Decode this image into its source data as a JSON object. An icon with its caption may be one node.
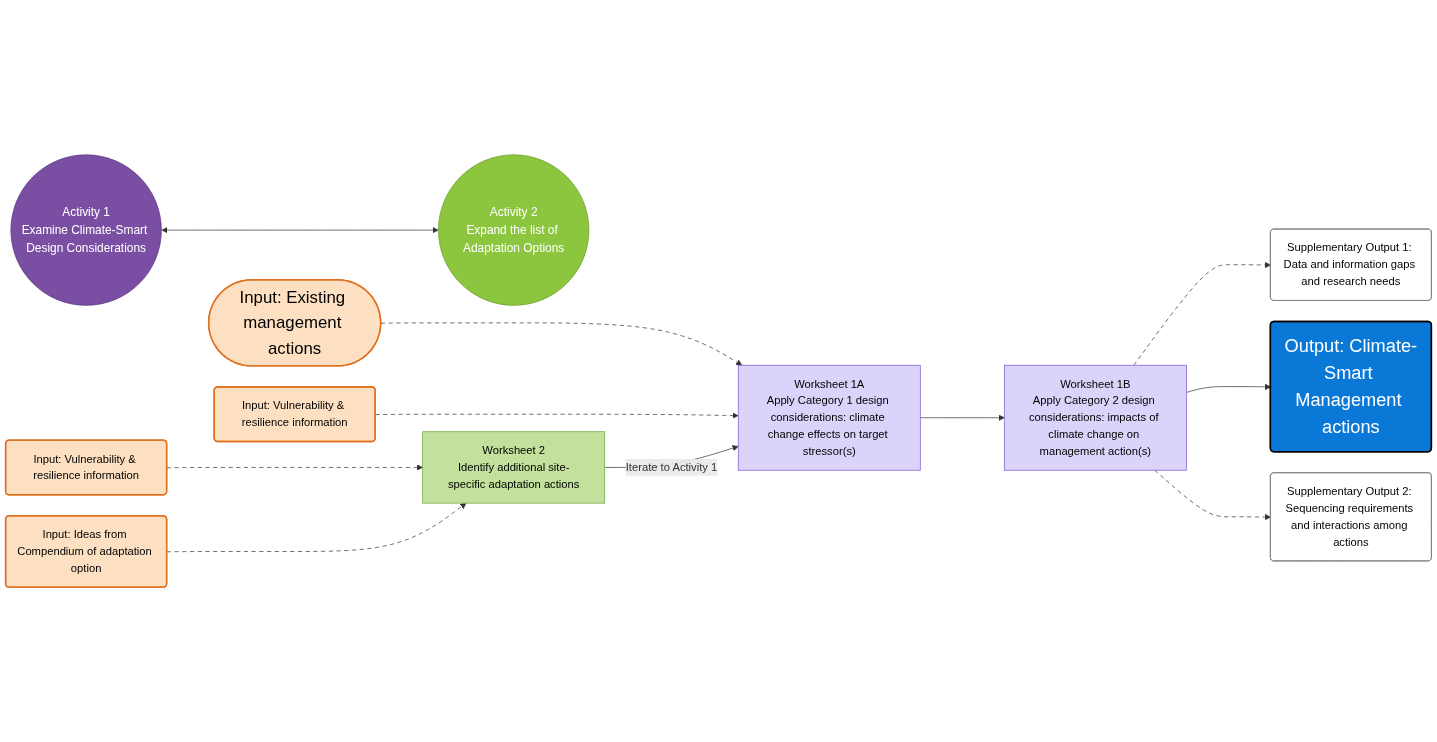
{
  "diagram": {
    "nodes": [
      {
        "text": [
          "Activity 1",
          "Examine Climate-Smart Design Considerations"
        ]
      },
      {
        "text": [
          "Activity 2",
          "Expand the list of Adaptation Options"
        ]
      },
      {
        "text": [
          "Input: Existing management actions"
        ]
      },
      {
        "text": [
          "Input: Vulnerability & resilience information"
        ]
      },
      {
        "text": [
          "Worksheet 1A",
          "Apply Category 1 design considerations: climate change effects on target stressor(s)"
        ]
      },
      {
        "text": [
          "Worksheet 1B",
          "Apply Category 2 design considerations: impacts of climate change on management action(s)"
        ]
      },
      {
        "text": [
          "Supplementary Output 1: Data and information gaps and research needs"
        ]
      },
      {
        "text": [
          "Output: Climate-Smart Management actions"
        ]
      },
      {
        "text": [
          "Input: Vulnerability & resilience information"
        ]
      },
      {
        "text": [
          "Input: Ideas from Compendium of adaptation option"
        ]
      },
      {
        "text": [
          "Worksheet 2",
          "Identify additional site-specific adaptation actions"
        ]
      },
      {
        "text": [
          "Supplementary Output 2: Sequencing requirements and interactions among actions"
        ]
      }
    ],
    "edges": [
      {
        "from": 0,
        "to": 1,
        "arrow": "both"
      },
      {
        "from": 2,
        "to": 4,
        "arrow": "to",
        "style": "dashed"
      },
      {
        "from": 3,
        "to": 4,
        "arrow": "to",
        "style": "dashed"
      },
      {
        "from": 4,
        "to": 5,
        "arrow": "to"
      },
      {
        "from": 5,
        "to": 6,
        "arrow": "to",
        "style": "dashed"
      },
      {
        "from": 5,
        "to": 7,
        "arrow": "to"
      },
      {
        "from": 5,
        "to": 11,
        "arrow": "to",
        "style": "dashed"
      },
      {
        "from": 8,
        "to": 10,
        "arrow": "to",
        "style": "dashed"
      },
      {
        "from": 9,
        "to": 10,
        "arrow": "to",
        "style": "dashed"
      },
      {
        "from": 10,
        "to": 4,
        "arrow": "to",
        "label": "Iterate to Activity 1"
      }
    ]
  }
}
